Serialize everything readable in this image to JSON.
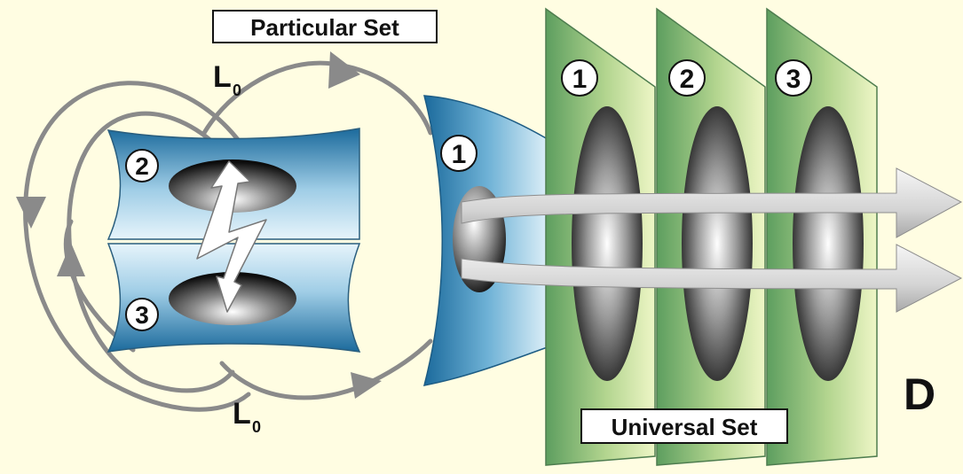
{
  "labels": {
    "particular_set": "Particular Set",
    "universal_set": "Universal Set",
    "l0_top": "L",
    "l0_top_sub": "0",
    "l0_bottom": "L",
    "l0_bottom_sub": "0",
    "d_label": "D"
  },
  "markers": {
    "upper_block": "2",
    "lower_block": "3",
    "cone": "1",
    "panel_1": "1",
    "panel_2": "2",
    "panel_3": "3"
  },
  "colors": {
    "background": "#fffde2",
    "blue_dark": "#1b6a9c",
    "blue_light": "#c7e3f2",
    "panel_green_dark": "#5d9e5f",
    "panel_green_light": "#eef6c6",
    "loop_gray": "#8a8a8a",
    "beam_gray": "#c4c4c4"
  }
}
